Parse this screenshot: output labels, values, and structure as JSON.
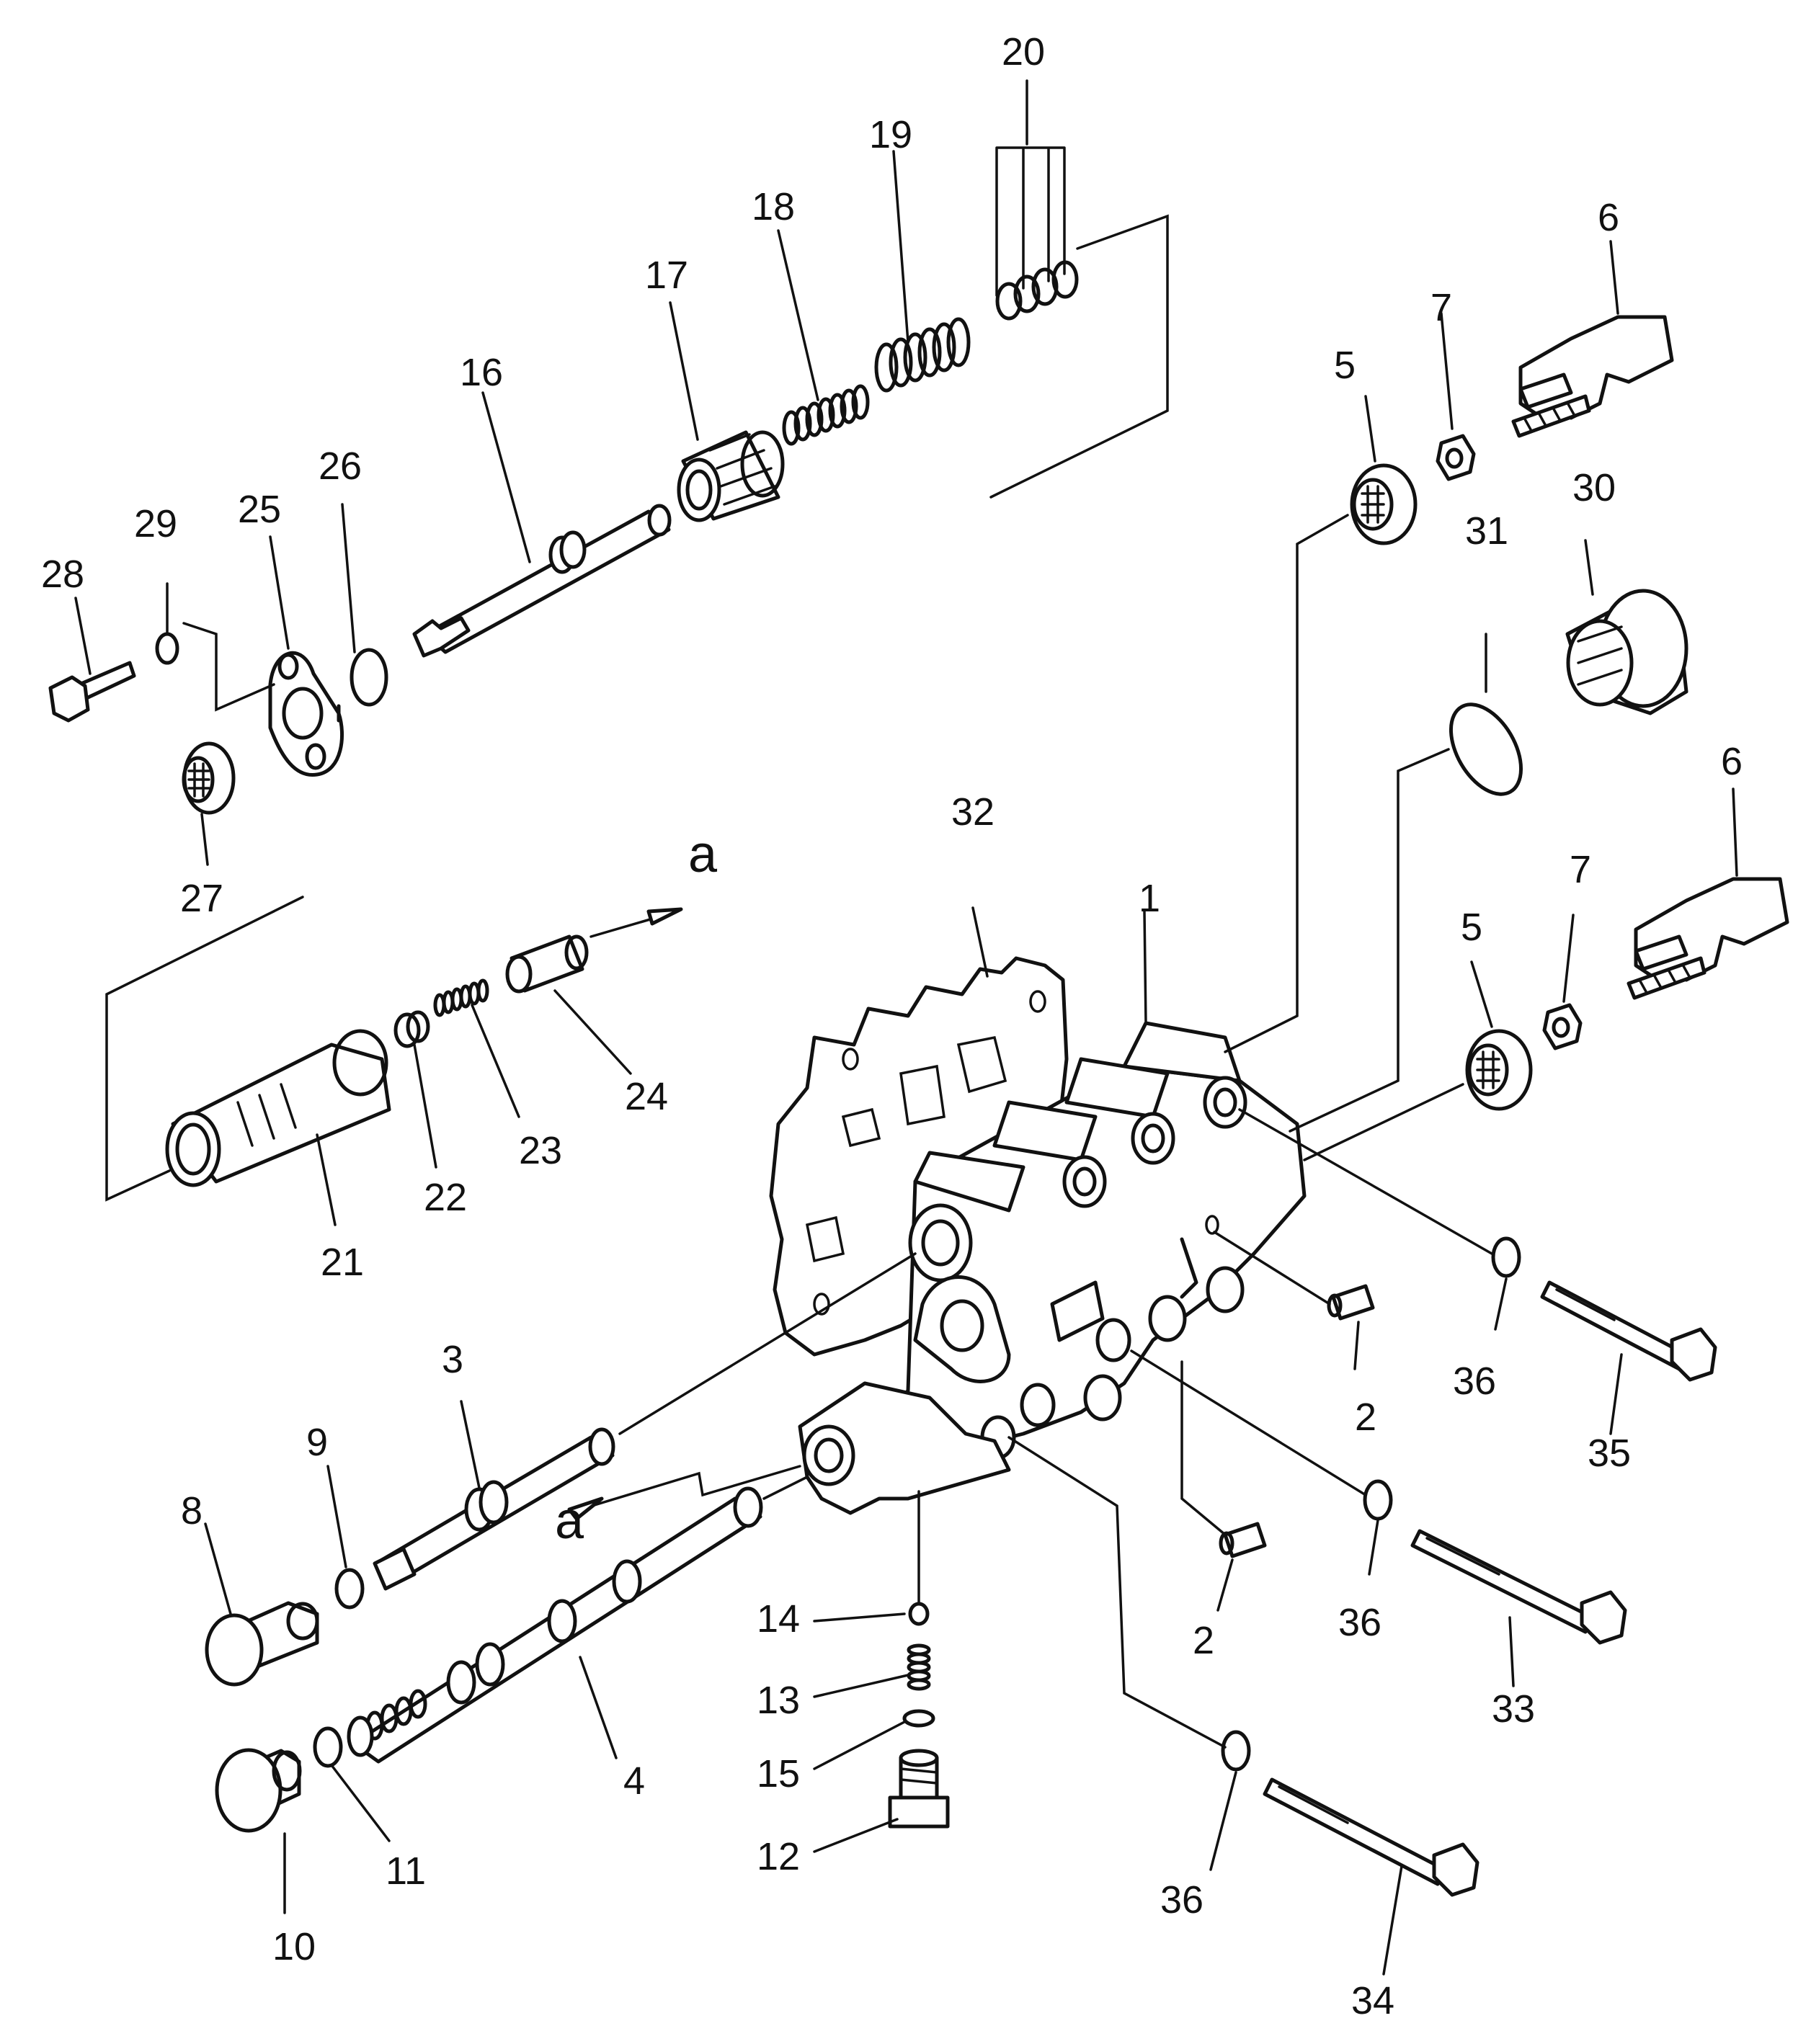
{
  "diagram": {
    "callouts": {
      "c1": "1",
      "c2a": "2",
      "c2b": "2",
      "c3": "3",
      "c4": "4",
      "c5a": "5",
      "c5b": "5",
      "c6a": "6",
      "c6b": "6",
      "c7a": "7",
      "c7b": "7",
      "c8": "8",
      "c9": "9",
      "c10": "10",
      "c11": "11",
      "c12": "12",
      "c13": "13",
      "c14": "14",
      "c15": "15",
      "c16": "16",
      "c17": "17",
      "c18": "18",
      "c19": "19",
      "c20": "20",
      "c21": "21",
      "c22": "22",
      "c23": "23",
      "c24": "24",
      "c25": "25",
      "c26": "26",
      "c27": "27",
      "c28": "28",
      "c29": "29",
      "c30": "30",
      "c31": "31",
      "c32": "32",
      "c33": "33",
      "c34": "34",
      "c35": "35",
      "c36a": "36",
      "c36b": "36",
      "c36c": "36"
    },
    "refs": {
      "a_top": "a",
      "a_bottom": "a"
    }
  }
}
